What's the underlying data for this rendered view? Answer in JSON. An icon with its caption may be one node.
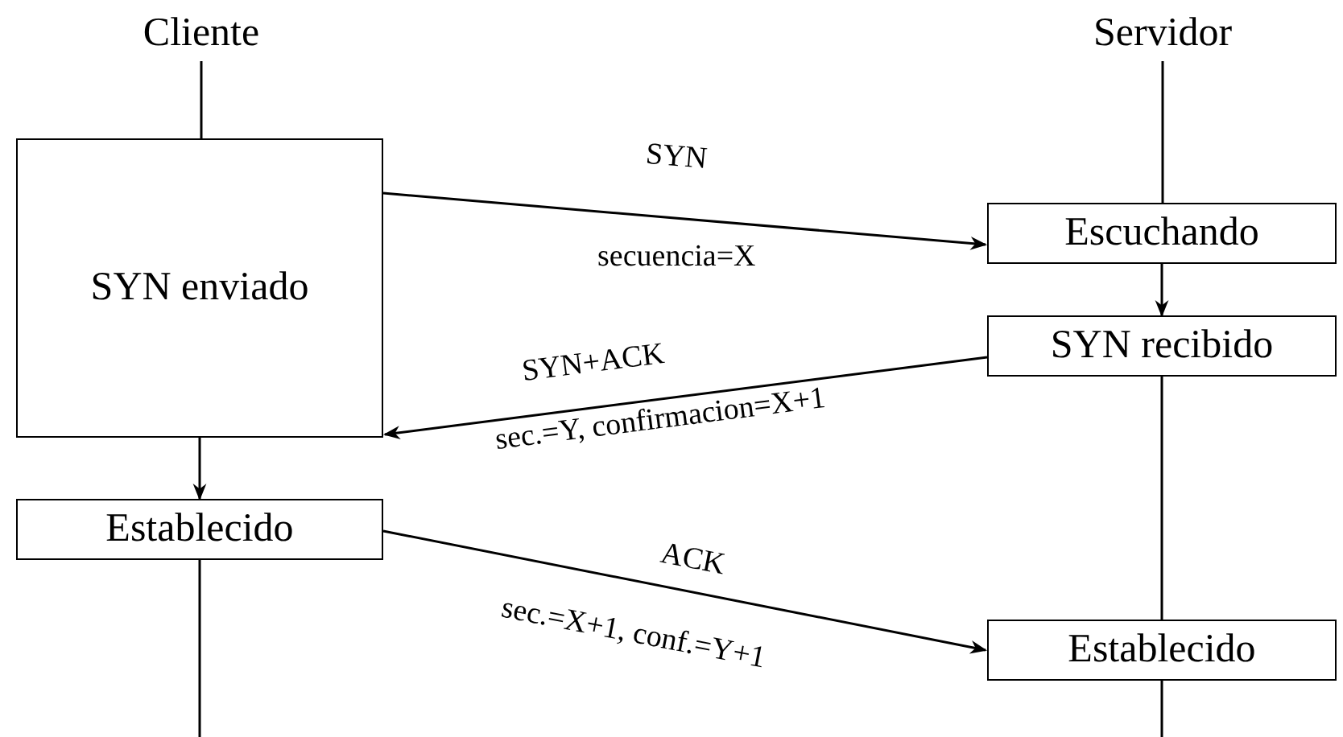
{
  "diagram": {
    "nodes": [
      {
        "text": [
          "Cliente"
        ]
      },
      {
        "text": [
          "Servidor"
        ]
      },
      {
        "text": [
          "SYN enviado"
        ]
      },
      {
        "text": [
          "Escuchando"
        ]
      },
      {
        "text": [
          "SYN recibido"
        ]
      },
      {
        "text": [
          "Establecido"
        ]
      },
      {
        "text": [
          "Establecido"
        ]
      }
    ],
    "edges": [
      {
        "from": 0,
        "to": 2,
        "arrow": "none"
      },
      {
        "from": 1,
        "to": 3,
        "arrow": "none"
      },
      {
        "from": 2,
        "to": 3,
        "arrow": "to",
        "label": "SYN"
      },
      {
        "from": 3,
        "to": 4,
        "arrow": "to"
      },
      {
        "from": 4,
        "to": 2,
        "arrow": "to",
        "label": "SYN+ACK"
      },
      {
        "from": 2,
        "to": 5,
        "arrow": "to"
      },
      {
        "from": 4,
        "to": 6,
        "arrow": "none"
      },
      {
        "from": 5,
        "to": 6,
        "arrow": "to",
        "label": "ACK"
      },
      {
        "from": 5,
        "to": null,
        "arrow": "none"
      },
      {
        "from": 6,
        "to": null,
        "arrow": "none"
      }
    ],
    "labels": [
      "secuencia=X",
      "sec.=Y, confirmacion=X+1",
      "sec.=X+1, conf.=Y+1"
    ]
  }
}
